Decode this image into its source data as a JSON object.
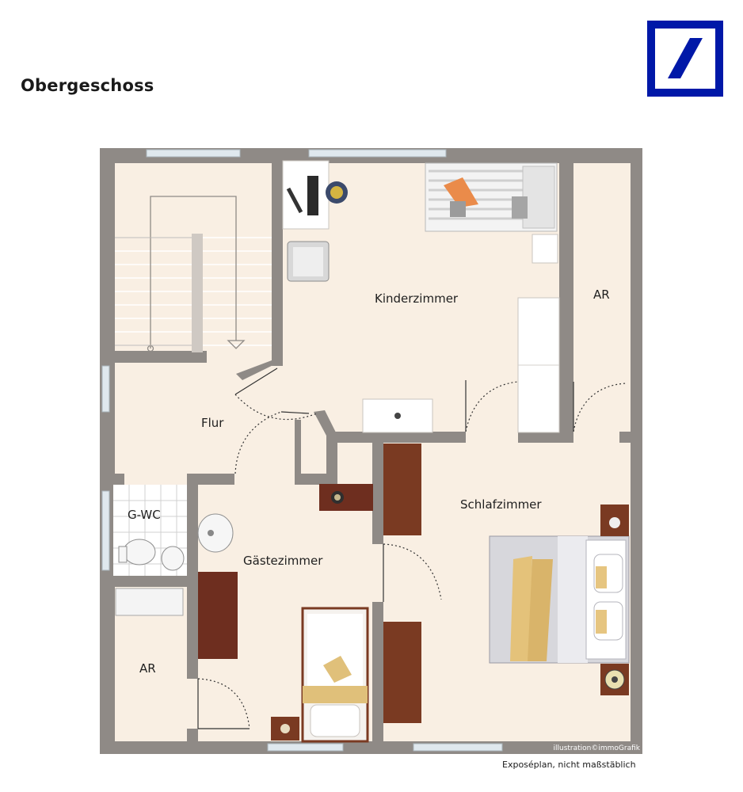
{
  "page": {
    "title": "Obergeschoss",
    "credit": "illustration©immoGrafik",
    "note": "Exposéplan, nicht maßstäblich"
  },
  "logo": {
    "name": "bank-logo",
    "color": "#0018a8"
  },
  "colors": {
    "wall": "#8f8a86",
    "floor": "#f9efe3",
    "wood": "#6e3220",
    "window": "#dfe8ee"
  },
  "rooms": {
    "kinderzimmer": "Kinderzimmer",
    "ar_top": "AR",
    "flur": "Flur",
    "schlafzimmer": "Schlafzimmer",
    "gwc": "G-WC",
    "gaestezimmer": "Gästezimmer",
    "ar_bottom": "AR"
  }
}
